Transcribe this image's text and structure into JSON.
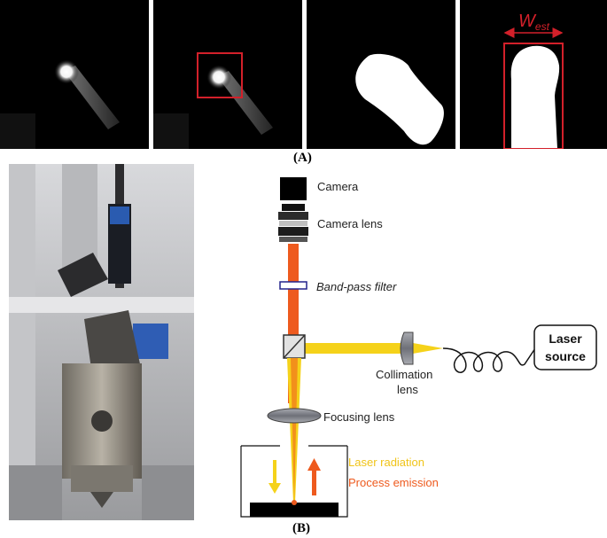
{
  "panel_a": {
    "caption": "(A)",
    "width_label_main": "W",
    "width_label_sub": "est"
  },
  "panel_b": {
    "caption": "(B)",
    "labels": {
      "camera": "Camera",
      "camera_lens": "Camera lens",
      "band_pass_filter": "Band-pass filter",
      "collimation_lens_line1": "Collimation",
      "collimation_lens_line2": "lens",
      "laser_source_line1": "Laser",
      "laser_source_line2": "source",
      "focusing_lens": "Focusing lens",
      "laser_radiation": "Laser radiation",
      "process_emission": "Process emission"
    }
  },
  "colors": {
    "laser_yellow": "#f5d21a",
    "emission_orange": "#ee5a1e",
    "annotation_red": "#d3202a",
    "filter_blue": "#23238c"
  }
}
